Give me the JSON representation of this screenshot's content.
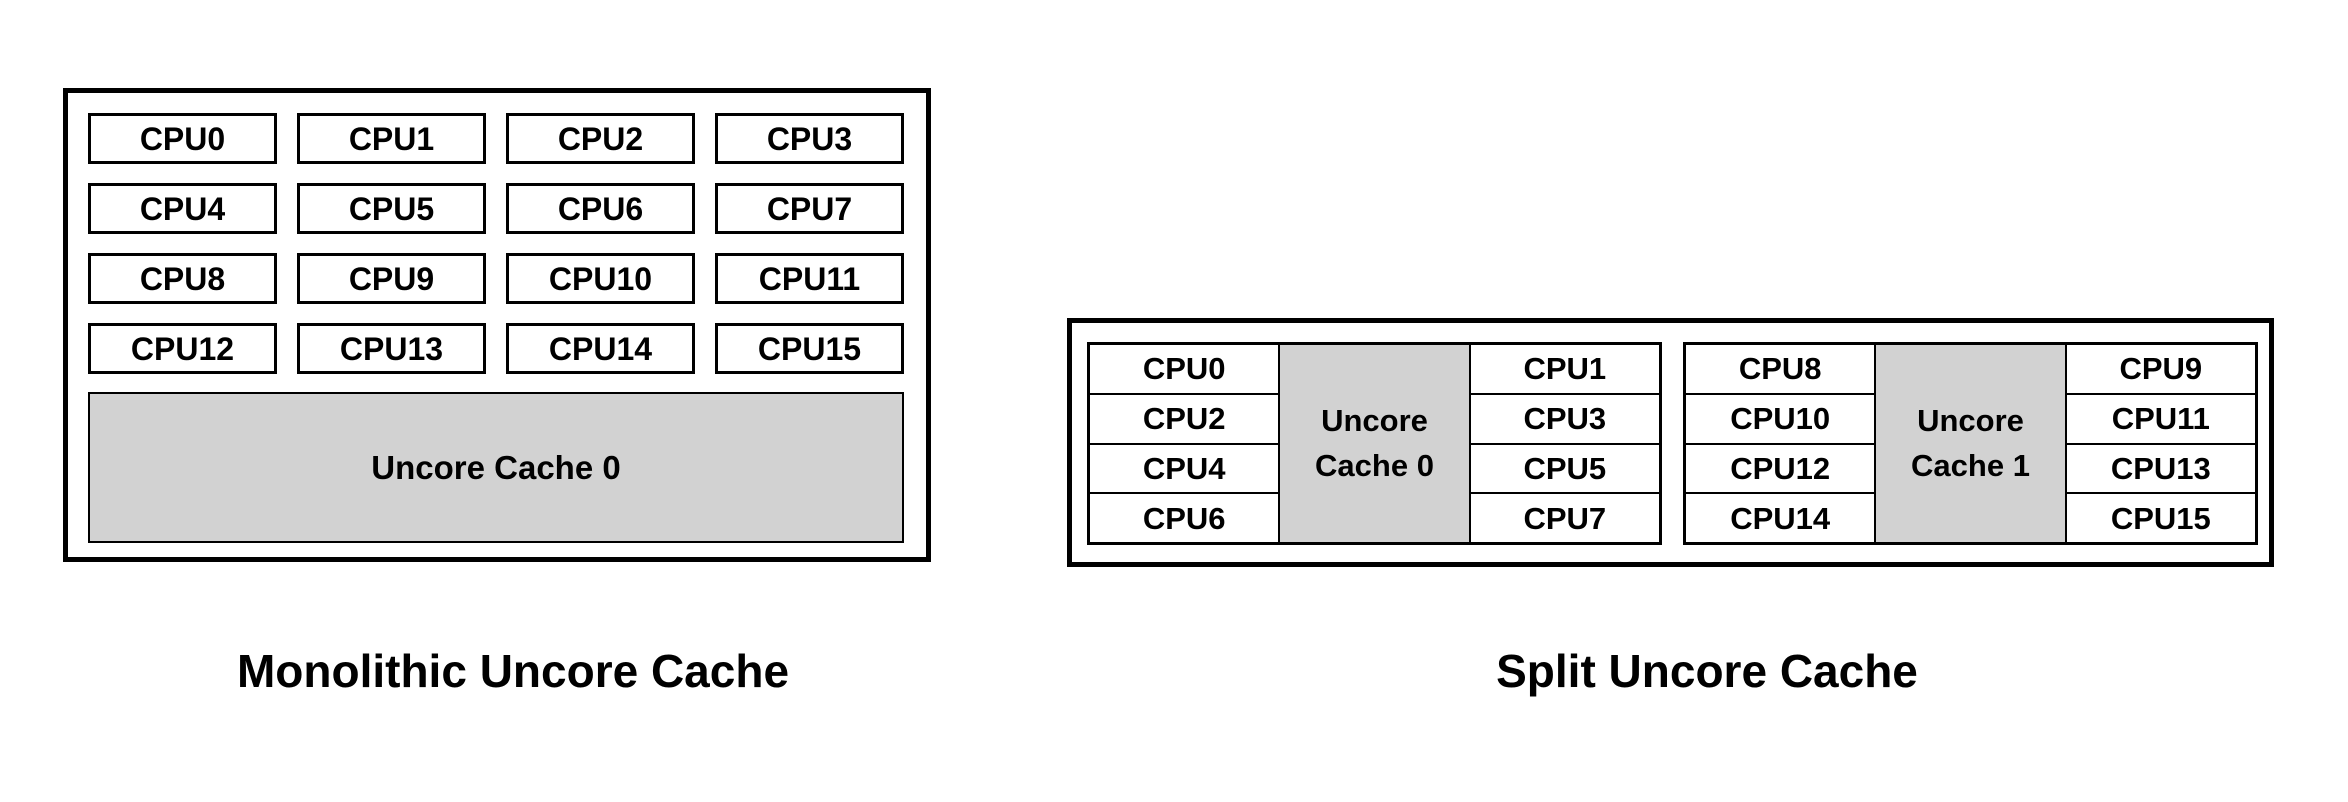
{
  "monolithic": {
    "caption": "Monolithic Uncore Cache",
    "cpus": [
      "CPU0",
      "CPU1",
      "CPU2",
      "CPU3",
      "CPU4",
      "CPU5",
      "CPU6",
      "CPU7",
      "CPU8",
      "CPU9",
      "CPU10",
      "CPU11",
      "CPU12",
      "CPU13",
      "CPU14",
      "CPU15"
    ],
    "cache": "Uncore Cache 0"
  },
  "split": {
    "caption": "Split Uncore Cache",
    "clusters": [
      {
        "left": [
          "CPU0",
          "CPU2",
          "CPU4",
          "CPU6"
        ],
        "cache": "Uncore Cache 0",
        "right": [
          "CPU1",
          "CPU3",
          "CPU5",
          "CPU7"
        ]
      },
      {
        "left": [
          "CPU8",
          "CPU10",
          "CPU12",
          "CPU14"
        ],
        "cache": "Uncore Cache 1",
        "right": [
          "CPU9",
          "CPU11",
          "CPU13",
          "CPU15"
        ]
      }
    ]
  },
  "colors": {
    "background": "#ffffff",
    "border": "#000000",
    "text": "#000000",
    "cache_fill": "#d2d2d2"
  }
}
